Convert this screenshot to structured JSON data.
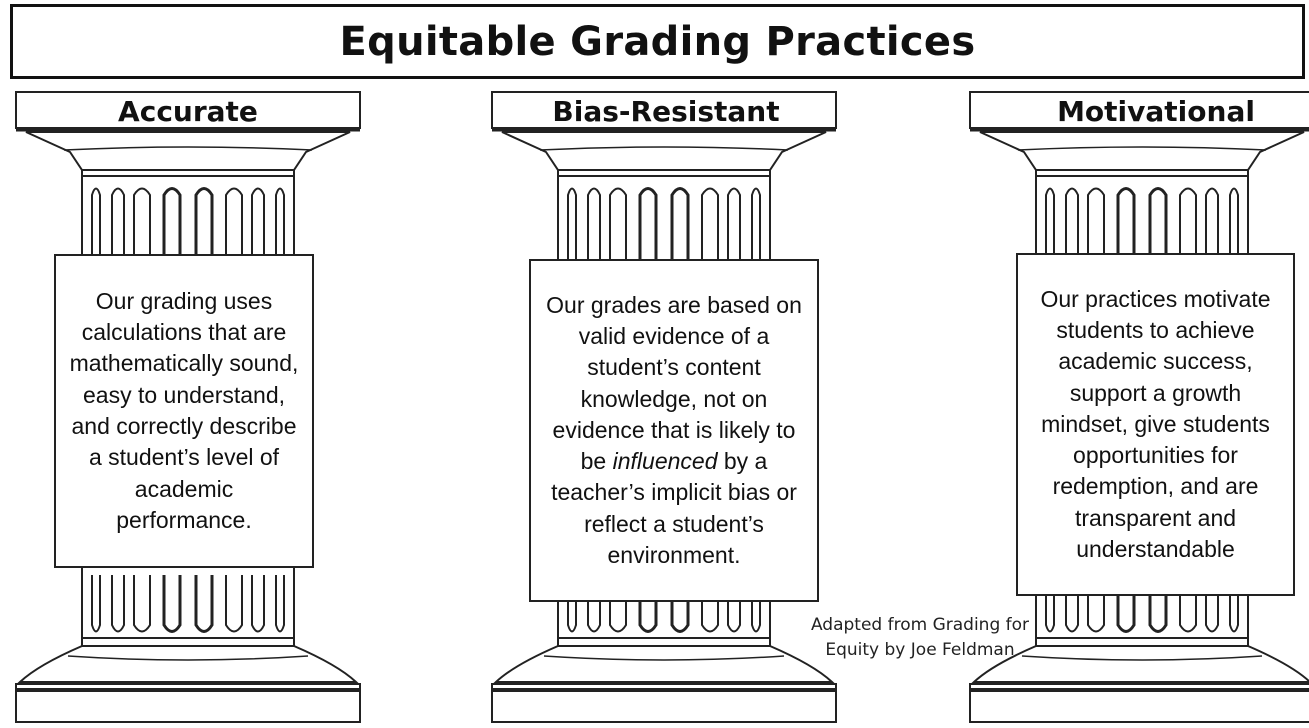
{
  "title": "Equitable Grading Practices",
  "pillars": [
    {
      "label": "Accurate",
      "description": "Our grading uses calculations that are mathematically sound, easy to understand, and correctly describe a student’s level of academic performance."
    },
    {
      "label": "Bias-Resistant",
      "description_before": "Our grades are based on valid evidence of a student’s content knowledge, not on evidence that is likely to be ",
      "description_emphasis": "influenced",
      "description_after": " by a teacher’s implicit bias or reflect a student’s environment."
    },
    {
      "label": "Motivational",
      "description": "Our practices motivate students to achieve academic success, support a growth mindset, give students opportunities for redemption, and are transparent and understandable"
    }
  ],
  "credit": "Adapted from Grading for Equity by Joe Feldman"
}
